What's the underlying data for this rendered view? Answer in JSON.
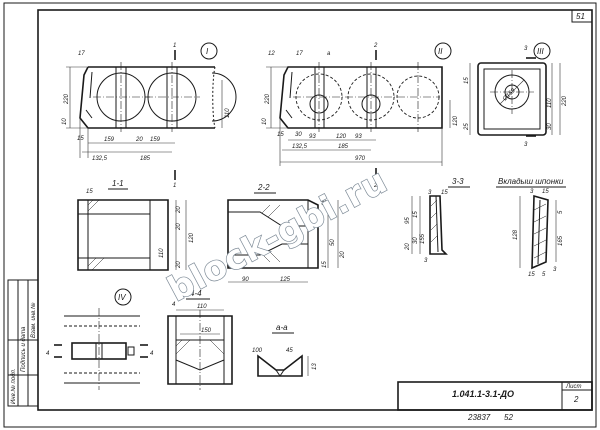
{
  "sheet": {
    "page_number": "51",
    "drawing_code": "1.041.1-3.1-ДО",
    "sheet_label": "Лист",
    "sheet_no": "2",
    "inventory_no": "23837",
    "inventory_sheet": "52",
    "side_stamp": [
      "Инв.№ подл.",
      "Подпись и дата",
      "Взам. инв.№"
    ]
  },
  "watermark": "block-gbi.ru",
  "views": {
    "v1": "I",
    "v2": "II",
    "v3": "III",
    "v4": "IV",
    "sec11": "1-1",
    "sec22": "2-2",
    "sec33": "3-3",
    "sec44": "4-4",
    "seca": "а-а",
    "insert": "Вкладыш шпонки"
  },
  "dims": {
    "v1": [
      "17",
      "1",
      "220",
      "10",
      "15",
      "159",
      "20",
      "159",
      "132,5",
      "185",
      "110",
      "1"
    ],
    "v2": [
      "12",
      "17",
      "a",
      "2",
      "220",
      "10",
      "15",
      "30",
      "93",
      "120",
      "93",
      "132,5",
      "185",
      "120",
      "970",
      "2"
    ],
    "v3": [
      "3",
      "15",
      "110",
      "220",
      "30",
      "25",
      "3",
      "Ø159"
    ],
    "s11": [
      "15",
      "20",
      "120",
      "20",
      "110",
      "20"
    ],
    "s22": [
      "15",
      "15",
      "50",
      "20",
      "90",
      "125"
    ],
    "s33": [
      "3",
      "15",
      "15",
      "95",
      "155",
      "30",
      "20",
      "3"
    ],
    "ins": [
      "3",
      "15",
      "128",
      "5",
      "165",
      "15",
      "5",
      "3"
    ],
    "v4": [
      "4",
      "4"
    ],
    "s44": [
      "4",
      "110",
      "150"
    ],
    "sa": [
      "100",
      "45",
      "13"
    ]
  },
  "colors": {
    "line": "#1a1a1a",
    "paper": "#ffffff",
    "watermark_stroke": "#7f8c98"
  }
}
